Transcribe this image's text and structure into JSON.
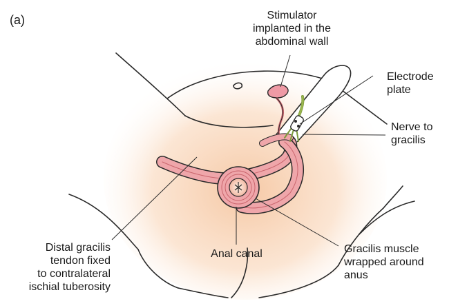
{
  "figure": {
    "panel_label": "(a)",
    "labels": {
      "stimulator": "Stimulator\nimplanted in the\nabdominal wall",
      "electrode": "Electrode\nplate",
      "nerve": "Nerve to\ngracilis",
      "distal_tendon": "Distal gracilis\ntendon fixed\nto contralateral\nischial tuberosity",
      "anal_canal": "Anal canal",
      "gracilis_muscle": "Gracilis muscle\nwrapped around\nanus"
    },
    "colors": {
      "skin_glow": "#f6c9a6",
      "muscle": "#efa6aa",
      "muscle_stripe": "#c9656d",
      "nerve": "#9ab54f",
      "outline": "#2a2a2a"
    }
  }
}
